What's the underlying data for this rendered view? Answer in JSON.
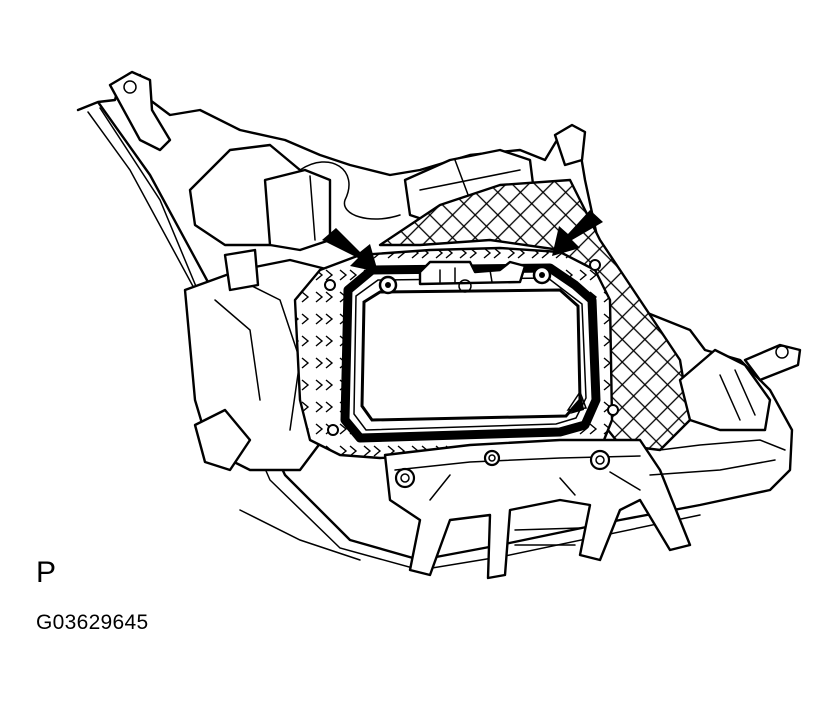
{
  "figure": {
    "view_letter": "P",
    "figure_code": "G03629645",
    "subject": "headlamp-assembly-rear-view",
    "callouts": [
      "arrow-left-screw",
      "arrow-right-screw"
    ],
    "line_color": "#000000",
    "background_color": "#ffffff"
  }
}
